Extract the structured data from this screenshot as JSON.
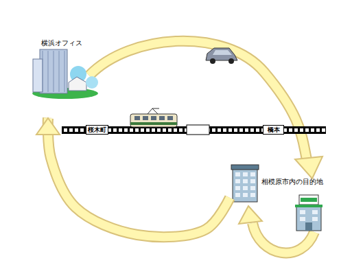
{
  "diagram": {
    "nodes": [
      {
        "text": [
          "横浜オフィス"
        ]
      },
      {
        "text": [
          "桜木町"
        ]
      },
      {
        "text": [
          "橋本"
        ]
      },
      {
        "text": [
          "相模原市内の目的地"
        ]
      }
    ],
    "edges": [
      {
        "from": 3,
        "to": 0,
        "arrow": "to"
      }
    ]
  }
}
